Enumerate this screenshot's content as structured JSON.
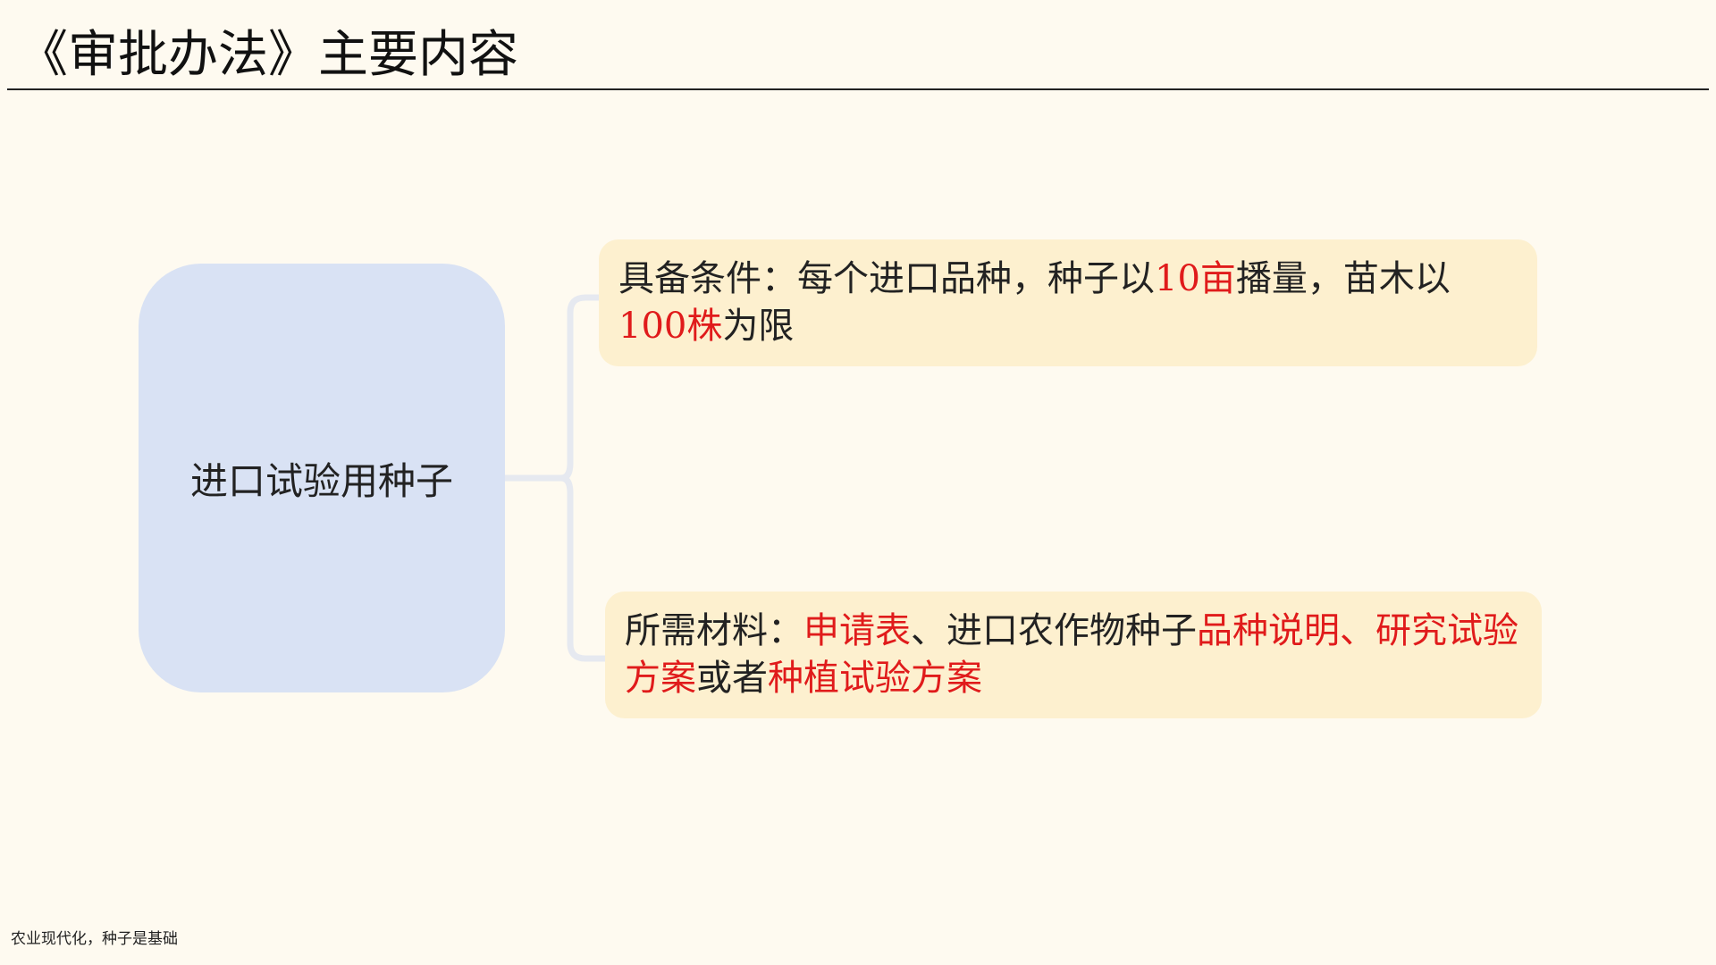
{
  "slide": {
    "title": "《审批办法》主要内容",
    "center_label": "进口试验用种子",
    "footer": "农业现代化，种子是基础"
  },
  "branches": [
    {
      "segments": [
        {
          "text": "具备条件：每个进口品种，种子以",
          "highlight": false
        },
        {
          "text": "10亩",
          "highlight": true
        },
        {
          "text": "播量，苗木以",
          "highlight": false
        },
        {
          "text": "100株",
          "highlight": true
        },
        {
          "text": "为限",
          "highlight": false
        }
      ]
    },
    {
      "segments": [
        {
          "text": "所需材料：",
          "highlight": false
        },
        {
          "text": "申请表",
          "highlight": true
        },
        {
          "text": "、进口农作物种子",
          "highlight": false
        },
        {
          "text": "品种说明、研究试验方案",
          "highlight": true
        },
        {
          "text": "或者",
          "highlight": false
        },
        {
          "text": "种植试验方案",
          "highlight": true
        }
      ]
    }
  ],
  "colors": {
    "background": "#fefaf0",
    "center_node": "#d9e2f4",
    "branch_box": "#fdf0cf",
    "highlight_text": "#e01b1b",
    "connector": "#e6e9f0"
  }
}
